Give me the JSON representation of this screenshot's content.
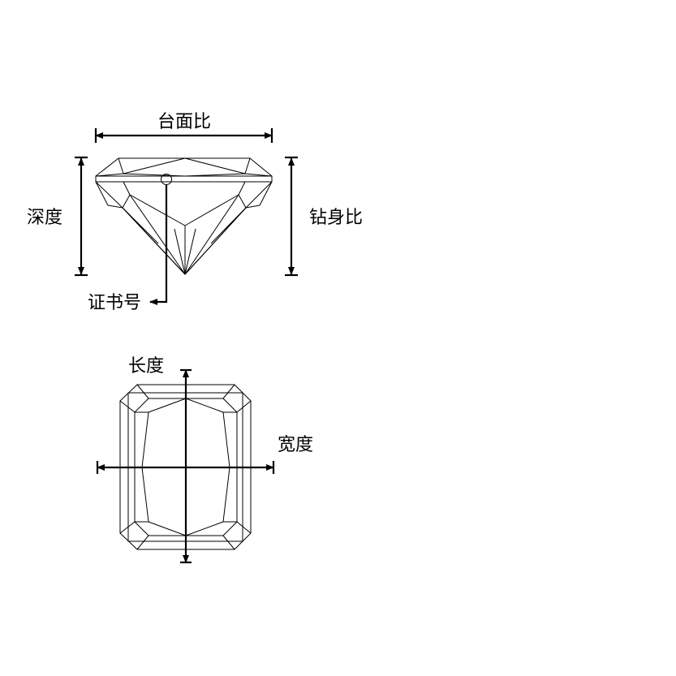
{
  "side_view": {
    "table_ratio_label": "台面比",
    "depth_label": "深度",
    "pavilion_ratio_label": "钻身比",
    "certificate_label": "证书号"
  },
  "top_view": {
    "length_label": "长度",
    "width_label": "宽度"
  },
  "colors": {
    "line": "#000000",
    "background": "#ffffff"
  }
}
